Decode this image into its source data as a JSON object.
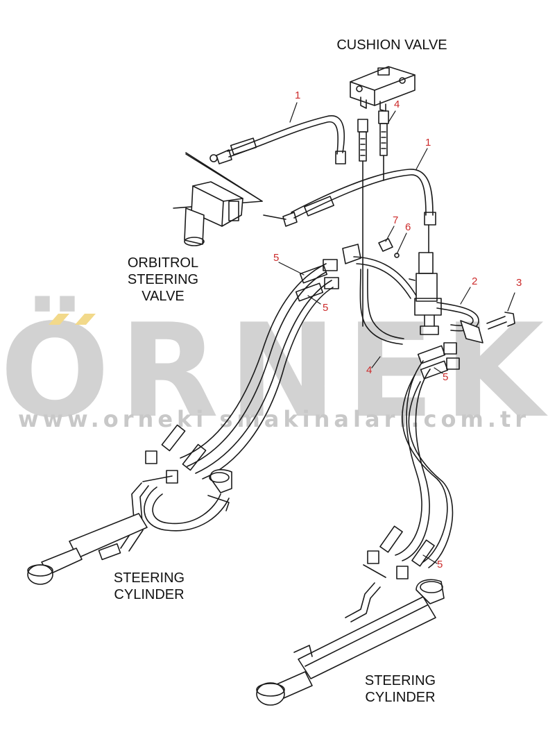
{
  "labels": {
    "cushion_valve": "CUSHION VALVE",
    "orbitrol_line1": "ORBITROL",
    "orbitrol_line2": "STEERING",
    "orbitrol_line3": "VALVE",
    "cylinder_left_line1": "STEERING",
    "cylinder_left_line2": "CYLINDER",
    "cylinder_right_line1": "STEERING",
    "cylinder_right_line2": "CYLINDER"
  },
  "part_numbers": {
    "p1_top": "1",
    "p4_top": "4",
    "p1_mid": "1",
    "p7": "7",
    "p6": "6",
    "p5_left_top": "5",
    "p2": "2",
    "p3": "3",
    "p5_left_bottom": "5",
    "p4_bottom": "4",
    "p5_right_mid": "5",
    "p5_right_bottom": "5"
  },
  "watermark": {
    "brand": "ÖRNEK",
    "url": "www.orneki smakinalari.com.tr"
  },
  "colors": {
    "line": "#1a1a1a",
    "part_number": "#cc2b2b",
    "watermark": "#d2d2d2",
    "watermark_accent": "#f2d98a"
  }
}
